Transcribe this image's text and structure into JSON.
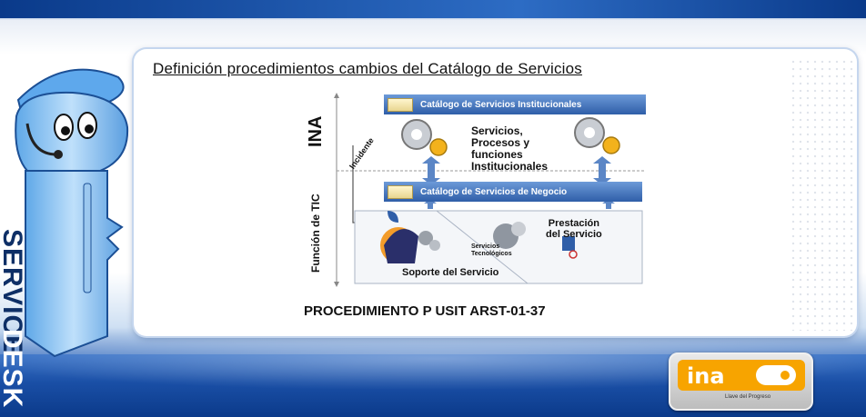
{
  "slide": {
    "title": "Definición procedimientos cambios del Catálogo de Servicios",
    "procedure": "PROCEDIMIENTO P USIT ARST-01-37"
  },
  "mascot": {
    "text_service": "SERVICE",
    "text_desk": "DESK"
  },
  "diagram": {
    "bar_institucional": "Catálogo de Servicios Institucionales",
    "bar_negocio": "Catálogo de Servicios de Negocio",
    "servicios_procesos": [
      "Servicios,",
      "Procesos y",
      "funciones",
      "Institucionales"
    ],
    "label_ina": "INA",
    "label_funcion_tic": "Función de TIC",
    "label_incidente": "Incidente",
    "prestacion": [
      "Prestación",
      "del Servicio"
    ],
    "servicios_tecnologicos": [
      "Servicios",
      "Tecnológicos"
    ],
    "soporte": "Soporte del Servicio"
  },
  "logo": {
    "tagline": "Llave del Progreso"
  },
  "colors": {
    "brand_blue": "#0b3d91",
    "bar_blue": "#2f5ea8",
    "logo_orange": "#f7a400"
  }
}
